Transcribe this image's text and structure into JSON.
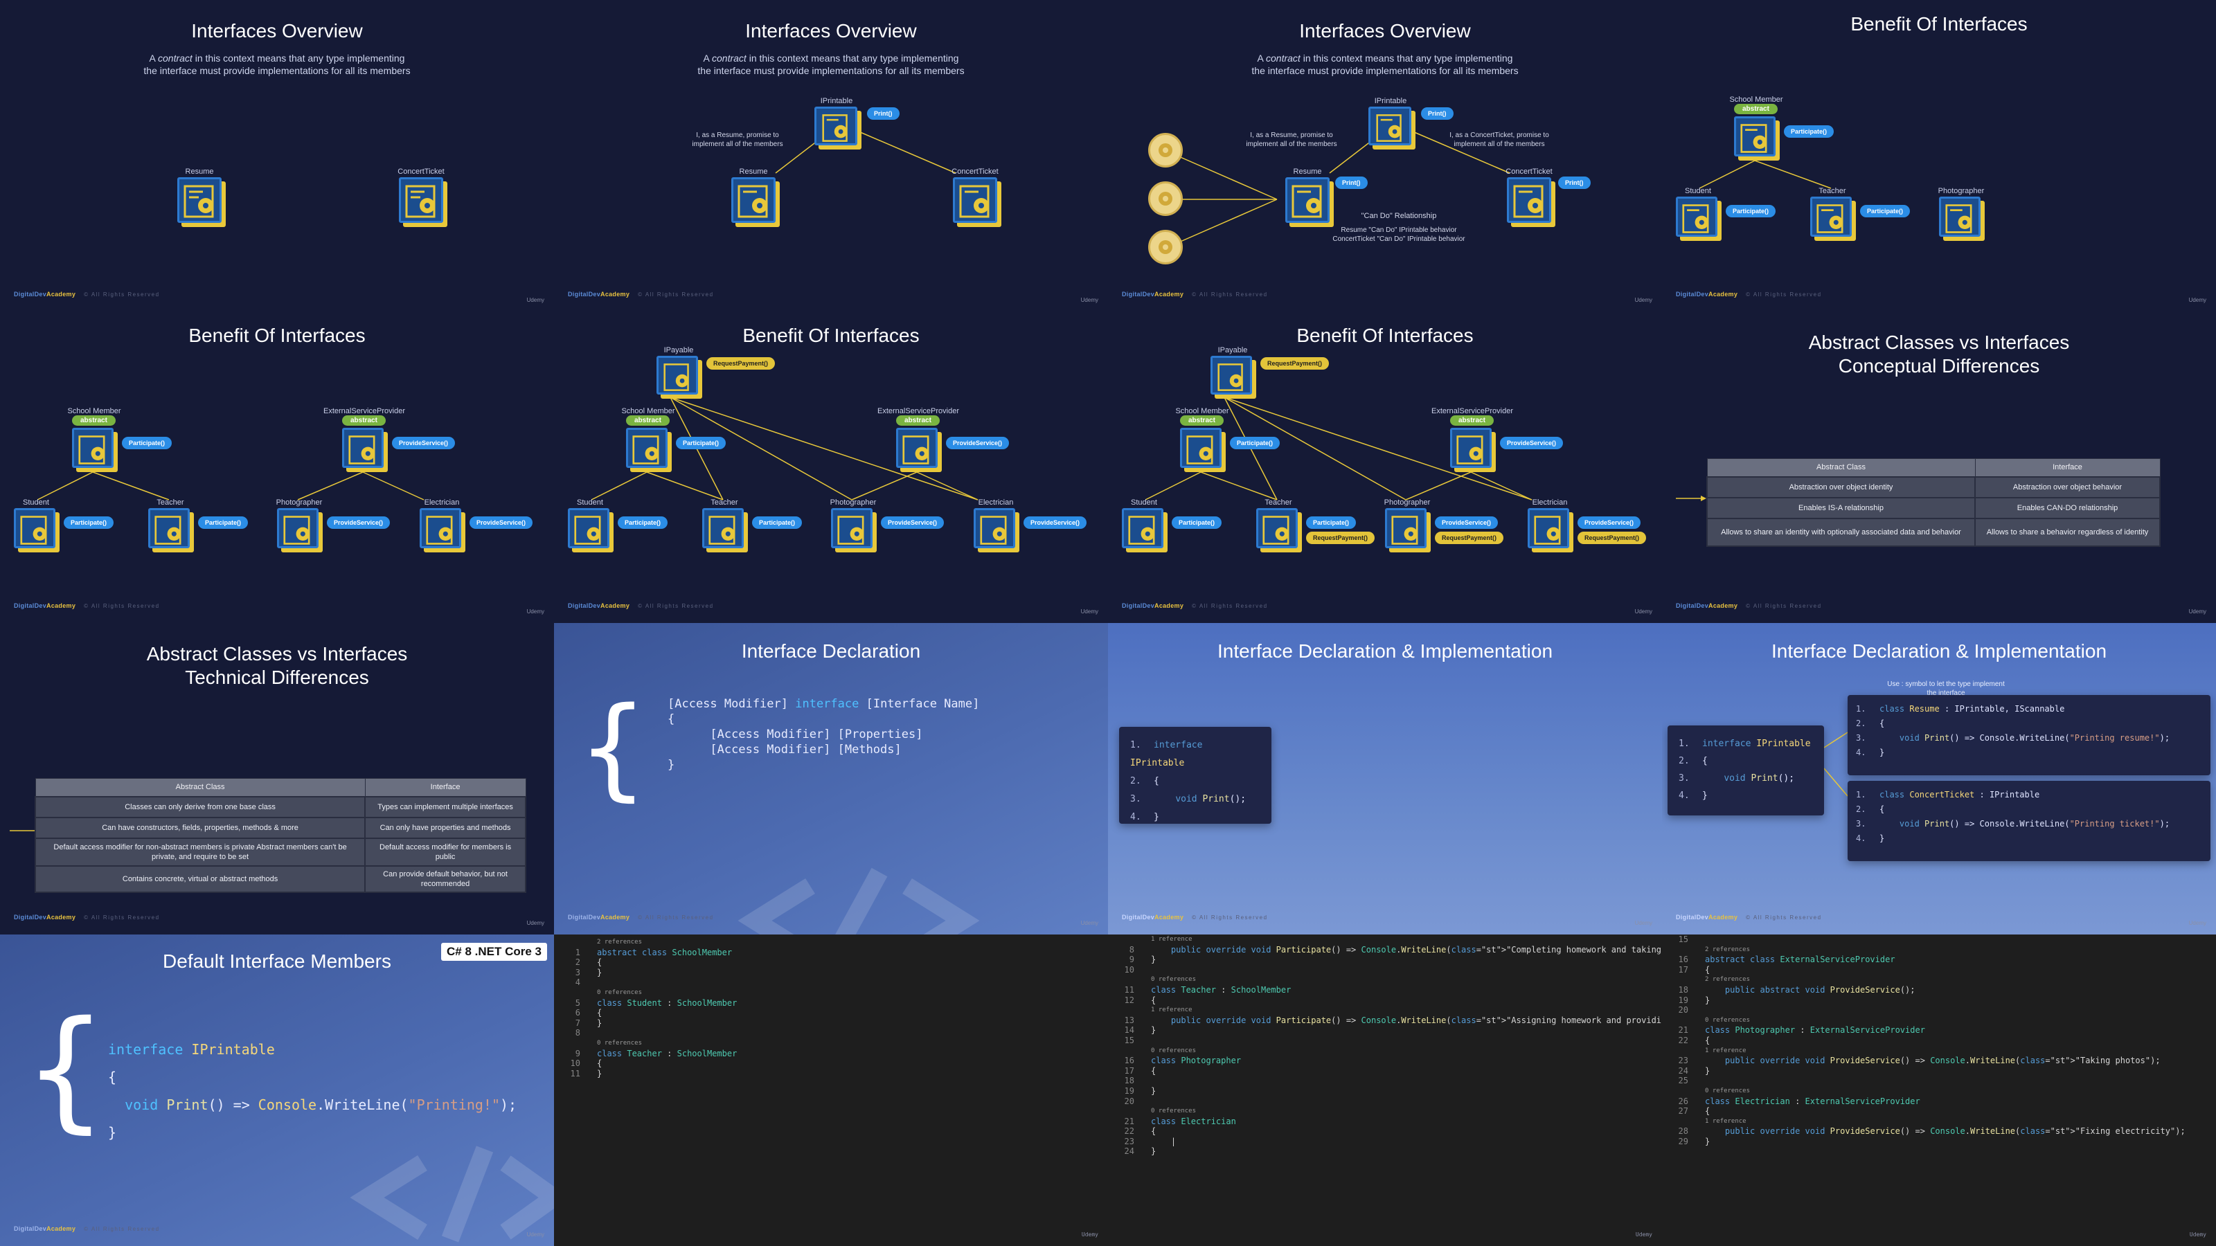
{
  "slides": {
    "s1": {
      "title": "Interfaces Overview",
      "sub1a": "A ",
      "sub1b": "contract",
      "sub1c": " in this context means that any type implementing",
      "sub2": "the interface must provide implementations for all its members",
      "n1": "Resume",
      "n2": "ConcertTicket"
    },
    "s2": {
      "title": "Interfaces Overview",
      "sub1a": "A ",
      "sub1b": "contract",
      "sub1c": " in this context means that any type implementing",
      "sub2": "the interface must provide implementations for all its members",
      "n0": "IPrintable",
      "p0": "Print()",
      "note1": "I, as a Resume, promise to",
      "note2": "implement all of the members",
      "n1": "Resume",
      "n2": "ConcertTicket"
    },
    "s3": {
      "title": "Interfaces Overview",
      "sub1a": "A ",
      "sub1b": "contract",
      "sub1c": " in this context means that any type implementing",
      "sub2": "the interface must provide implementations for all its members",
      "n0": "IPrintable",
      "p0": "Print()",
      "note1": "I, as a Resume, promise to",
      "note2": "implement all of the members",
      "note3": "I, as a ConcertTicket, promise to",
      "note4": "implement all of the members",
      "n1": "Resume",
      "n2": "ConcertTicket",
      "p1": "Print()",
      "p2": "Print()",
      "rel": "\"Can Do\" Relationship",
      "rel1": "Resume \"Can Do\" IPrintable behavior",
      "rel2": "ConcertTicket \"Can Do\" IPrintable behavior"
    },
    "s4": {
      "title": "Benefit Of Interfaces",
      "n0": "School Member",
      "abs": "abstract",
      "p0": "Participate()",
      "n1": "Student",
      "n2": "Teacher",
      "n3": "Photographer",
      "p1": "Participate()",
      "p2": "Participate()"
    },
    "s5": {
      "title": "Benefit Of Interfaces",
      "n0": "School Member",
      "abs": "abstract",
      "p0": "Participate()",
      "n1": "Student",
      "n2": "Teacher",
      "p1": "Participate()",
      "p2": "Participate()",
      "n4": "ExternalServiceProvider",
      "abs2": "abstract",
      "p4": "ProvideService()",
      "n3": "Photographer",
      "n5": "Electrician",
      "p3": "ProvideService()",
      "p5": "ProvideService()"
    },
    "s6": {
      "title": "Benefit Of Interfaces",
      "n6": "IPayable",
      "p6": "RequestPayment()",
      "n0": "School Member",
      "abs": "abstract",
      "p0": "Participate()",
      "n1": "Student",
      "n2": "Teacher",
      "p1": "Participate()",
      "p2": "Participate()",
      "n4": "ExternalServiceProvider",
      "abs2": "abstract",
      "p4": "ProvideService()",
      "n3": "Photographer",
      "n5": "Electrician",
      "p3": "ProvideService()",
      "p5": "ProvideService()"
    },
    "s7": {
      "title": "Benefit Of Interfaces",
      "n6": "IPayable",
      "p6": "RequestPayment()",
      "n0": "School Member",
      "abs": "abstract",
      "p0": "Participate()",
      "n1": "Student",
      "n2": "Teacher",
      "p1": "Participate()",
      "p2": "Participate()",
      "n4": "ExternalServiceProvider",
      "abs2": "abstract",
      "p4": "ProvideService()",
      "n3": "Photographer",
      "n5": "Electrician",
      "p3": "ProvideService()",
      "p5": "ProvideService()",
      "y2": "RequestPayment()",
      "y3": "RequestPayment()",
      "y5": "RequestPayment()"
    },
    "s8": {
      "title1": "Abstract Classes vs Interfaces",
      "title2": "Conceptual Differences",
      "h1": "Abstract Class",
      "h2": "Interface",
      "rows": [
        [
          "Abstraction over object identity",
          "Abstraction over object behavior"
        ],
        [
          "Enables IS-A relationship",
          "Enables CAN-DO relationship"
        ],
        [
          "Allows to share an identity with optionally associated data and behavior",
          "Allows to share a behavior regardless of identity"
        ]
      ]
    },
    "s9": {
      "title1": "Abstract Classes vs Interfaces",
      "title2": "Technical Differences",
      "h1": "Abstract Class",
      "h2": "Interface",
      "rows": [
        [
          "Classes can only derive from one base class",
          "Types can implement multiple interfaces"
        ],
        [
          "Can have constructors, fields, properties, methods & more",
          "Can only have properties and methods"
        ],
        [
          "Default access modifier for non-abstract members is private Abstract members can't be private, and require to be set",
          "Default access modifier for members is public"
        ],
        [
          "Contains concrete, virtual or abstract methods",
          "Can provide default behavior, but not recommended"
        ]
      ]
    },
    "s10": {
      "title": "Interface Declaration",
      "l1": "[Access Modifier] ",
      "l1k": "interface",
      "l1b": " [Interface Name]",
      "l2": "{",
      "l3": "      [Access Modifier] [Properties]",
      "l4": "      [Access Modifier] [Methods]",
      "l5": "}"
    },
    "s11": {
      "title": "Interface Declaration & Implementation",
      "k1": "interface",
      "t1": "IPrintable",
      "b1": "{",
      "k2": "void",
      "f2": "Print",
      "r2": "();",
      "b2": "}"
    },
    "s12": {
      "title": "Interface Declaration & Implementation",
      "hint1": "Use : symbol to let the type implement",
      "hint2": "the interface",
      "a1k": "interface",
      "a1t": "IPrintable",
      "a2": "{",
      "a3k": "void",
      "a3f": "Print",
      "a3r": "();",
      "a4": "}",
      "b1k": "class",
      "b1t": "Resume",
      "b1r": " : IPrintable, IScannable",
      "b2": "{",
      "b3k": "void",
      "b3f": "Print",
      "b3m": "() => Console.WriteLine(",
      "b3s": "\"Printing resume!\"",
      "b3e": ");",
      "b4": "}",
      "c1k": "class",
      "c1t": "ConcertTicket",
      "c1r": " : IPrintable",
      "c2": "{",
      "c3k": "void",
      "c3f": "Print",
      "c3m": "() => Console.WriteLine(",
      "c3s": "\"Printing ticket!\"",
      "c3e": ");",
      "c4": "}"
    },
    "s13": {
      "title": "Default Interface Members",
      "badge": "C# 8 .NET Core 3",
      "k1": "interface",
      "t1": "IPrintable",
      "b1": "{",
      "k2": "void",
      "f2": "Print",
      "m2": "() => ",
      "c2": "Console",
      "w2": ".WriteLine(",
      "s2": "\"Printing!\"",
      "e2": ");",
      "b2": "}"
    }
  },
  "footer": {
    "brand1": "DigitalDev",
    "brand2": "Academy",
    "rights": "© All Rights Reserved",
    "udemy": "Udemy"
  },
  "editor1": [
    {
      "ln": "",
      "ref": "2 references"
    },
    {
      "ln": "1",
      "t": "abstract class SchoolMember"
    },
    {
      "ln": "2",
      "t": "{"
    },
    {
      "ln": "3",
      "t": "}"
    },
    {
      "ln": "4",
      "t": ""
    },
    {
      "ln": "",
      "ref": "0 references"
    },
    {
      "ln": "5",
      "t": "class Student : SchoolMember"
    },
    {
      "ln": "6",
      "t": "{"
    },
    {
      "ln": "7",
      "t": "}"
    },
    {
      "ln": "8",
      "t": ""
    },
    {
      "ln": "",
      "ref": "0 references"
    },
    {
      "ln": "9",
      "t": "class Teacher : SchoolMember"
    },
    {
      "ln": "10",
      "t": "{"
    },
    {
      "ln": "11",
      "t": "}"
    }
  ],
  "editor2": [
    {
      "ln": "",
      "ref": "1 reference"
    },
    {
      "ln": "8",
      "t": "    public override void Participate() => Console.WriteLine(\"Completing homework and taking notes\");"
    },
    {
      "ln": "9",
      "t": "}"
    },
    {
      "ln": "10",
      "t": ""
    },
    {
      "ln": "",
      "ref": "0 references"
    },
    {
      "ln": "11",
      "t": "class Teacher : SchoolMember"
    },
    {
      "ln": "12",
      "t": "{"
    },
    {
      "ln": "",
      "ref": "1 reference"
    },
    {
      "ln": "13",
      "t": "    public override void Participate() => Console.WriteLine(\"Assigning homework and providing notes\");"
    },
    {
      "ln": "14",
      "t": "}"
    },
    {
      "ln": "15",
      "t": ""
    },
    {
      "ln": "",
      "ref": "0 references"
    },
    {
      "ln": "16",
      "t": "class Photographer"
    },
    {
      "ln": "17",
      "t": "{"
    },
    {
      "ln": "18",
      "t": ""
    },
    {
      "ln": "19",
      "t": "}"
    },
    {
      "ln": "20",
      "t": ""
    },
    {
      "ln": "",
      "ref": "0 references"
    },
    {
      "ln": "21",
      "t": "class Electrician"
    },
    {
      "ln": "22",
      "t": "{"
    },
    {
      "ln": "23",
      "t": "    |"
    },
    {
      "ln": "24",
      "t": "}"
    }
  ],
  "editor3": [
    {
      "ln": "15",
      "t": ""
    },
    {
      "ln": "",
      "ref": "2 references"
    },
    {
      "ln": "16",
      "t": "abstract class ExternalServiceProvider"
    },
    {
      "ln": "17",
      "t": "{"
    },
    {
      "ln": "",
      "ref": "2 references"
    },
    {
      "ln": "18",
      "t": "    public abstract void ProvideService();"
    },
    {
      "ln": "19",
      "t": "}"
    },
    {
      "ln": "20",
      "t": ""
    },
    {
      "ln": "",
      "ref": "0 references"
    },
    {
      "ln": "21",
      "t": "class Photographer : ExternalServiceProvider"
    },
    {
      "ln": "22",
      "t": "{"
    },
    {
      "ln": "",
      "ref": "1 reference"
    },
    {
      "ln": "23",
      "t": "    public override void ProvideService() => Console.WriteLine(\"Taking photos\");"
    },
    {
      "ln": "24",
      "t": "}"
    },
    {
      "ln": "25",
      "t": ""
    },
    {
      "ln": "",
      "ref": "0 references"
    },
    {
      "ln": "26",
      "t": "class Electrician : ExternalServiceProvider"
    },
    {
      "ln": "27",
      "t": "{"
    },
    {
      "ln": "",
      "ref": "1 reference"
    },
    {
      "ln": "28",
      "t": "    public override void ProvideService() => Console.WriteLine(\"Fixing electricity\");"
    },
    {
      "ln": "29",
      "t": "}"
    }
  ],
  "colors": {
    "accent": "#2b8de6",
    "shadow": "#e8c83a",
    "abstract": "#7ab441",
    "node": "#1b4d8e"
  }
}
